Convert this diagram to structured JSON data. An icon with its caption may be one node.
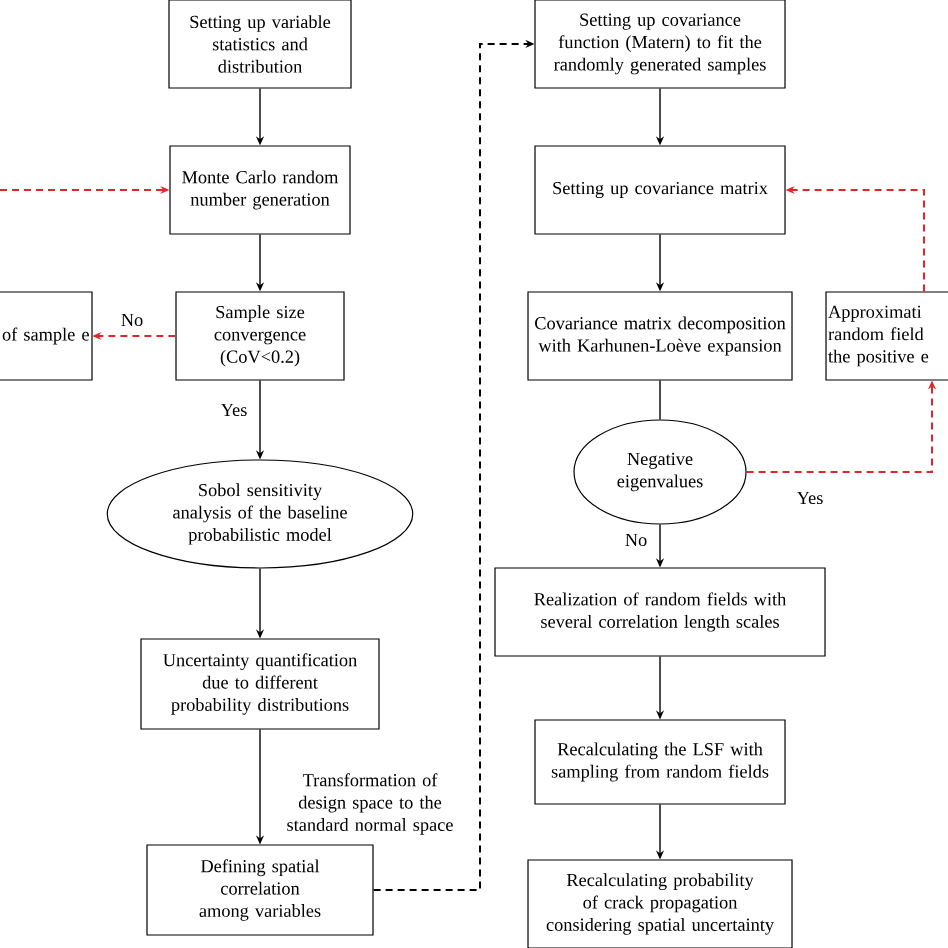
{
  "diagram": {
    "nodes": [
      {
        "text": [
          "Setting up variable statistics and distribution"
        ]
      },
      {
        "text": [
          "Monte Carlo random number generation"
        ]
      },
      {
        "text": [
          "Sample size convergence (CoV<0.2)"
        ]
      },
      {
        "text": [
          "of sample e"
        ]
      },
      {
        "text": [
          "Sobol sensitivity analysis of the baseline probabilistic model"
        ]
      },
      {
        "text": [
          "Uncertainty quantification due to different probability distributions"
        ]
      },
      {
        "text": [
          "Defining spatial correlation among variables"
        ]
      },
      {
        "text": [
          "Setting up covariance function (Matern) to fit the randomly generated samples"
        ]
      },
      {
        "text": [
          "Setting up covariance matrix"
        ]
      },
      {
        "text": [
          "Covariance matrix decomposition with Karhunen-Loève expansion"
        ]
      },
      {
        "text": [
          "Approximati random field the positive e"
        ]
      },
      {
        "text": [
          "Negative eigenvalues"
        ]
      },
      {
        "text": [
          "Realization of random fields with several correlation length scales"
        ]
      },
      {
        "text": [
          "Recalculating the LSF with sampling from random fields"
        ]
      },
      {
        "text": [
          "Recalculating probability of crack propagation considering spatial uncertainty"
        ]
      }
    ],
    "edges": [
      {
        "from": 0,
        "to": 1,
        "arrow": "to"
      },
      {
        "from": 1,
        "to": 2,
        "arrow": "to"
      },
      {
        "from": 2,
        "to": 3,
        "arrow": "to",
        "label": "No",
        "style": "dashed",
        "color": "#e0262b"
      },
      {
        "from": null,
        "to": 1,
        "arrow": "to",
        "style": "dashed",
        "color": "#e0262b"
      },
      {
        "from": 2,
        "to": 4,
        "arrow": "to",
        "label": "Yes"
      },
      {
        "from": 4,
        "to": 5,
        "arrow": "to"
      },
      {
        "from": 5,
        "to": 6,
        "arrow": "to",
        "label": "Transformation of design space to the standard normal space"
      },
      {
        "from": 6,
        "to": 7,
        "arrow": "to",
        "style": "dashed"
      },
      {
        "from": 7,
        "to": 8,
        "arrow": "to"
      },
      {
        "from": 8,
        "to": 9,
        "arrow": "to"
      },
      {
        "from": 9,
        "to": 11,
        "arrow": "none"
      },
      {
        "from": 11,
        "to": 10,
        "arrow": "to",
        "label": "Yes",
        "style": "dashed",
        "color": "#e0262b"
      },
      {
        "from": 10,
        "to": 8,
        "arrow": "to",
        "style": "dashed",
        "color": "#e0262b"
      },
      {
        "from": 11,
        "to": 12,
        "arrow": "to",
        "label": "No"
      },
      {
        "from": 12,
        "to": 13,
        "arrow": "to"
      },
      {
        "from": 13,
        "to": 14,
        "arrow": "to"
      }
    ]
  }
}
